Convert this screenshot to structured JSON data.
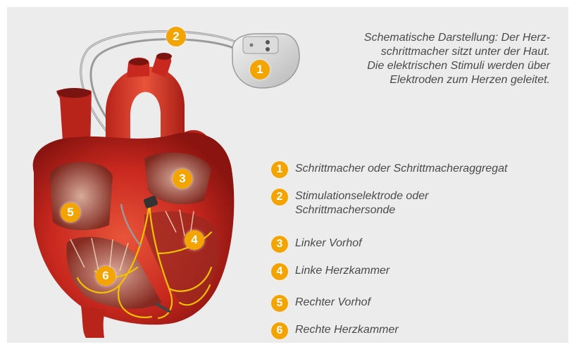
{
  "caption": {
    "lines": [
      "Schematische Darstellung: Der Herz-",
      "schrittmacher sitzt unter der Haut.",
      "Die elektrischen Stimuli werden über",
      "Elektroden zum Herzen geleitet."
    ]
  },
  "legend": [
    {
      "number": "1",
      "label": "Schrittmacher oder Schrittmacheraggregat"
    },
    {
      "number": "2",
      "label_line1": "Stimulationselektrode oder",
      "label_line2": "Schrittmachersonde"
    },
    {
      "number": "3",
      "label": "Linker Vorhof"
    },
    {
      "number": "4",
      "label": "Linke Herzkammer"
    },
    {
      "number": "5",
      "label": "Rechter Vorhof"
    },
    {
      "number": "6",
      "label": "Rechte Herzkammer"
    }
  ],
  "colors": {
    "background": "#ececec",
    "marker": "#f4a400",
    "heart_red": "#c8281e",
    "nerve_yellow": "#f2c200",
    "text": "#4a4a4a"
  }
}
